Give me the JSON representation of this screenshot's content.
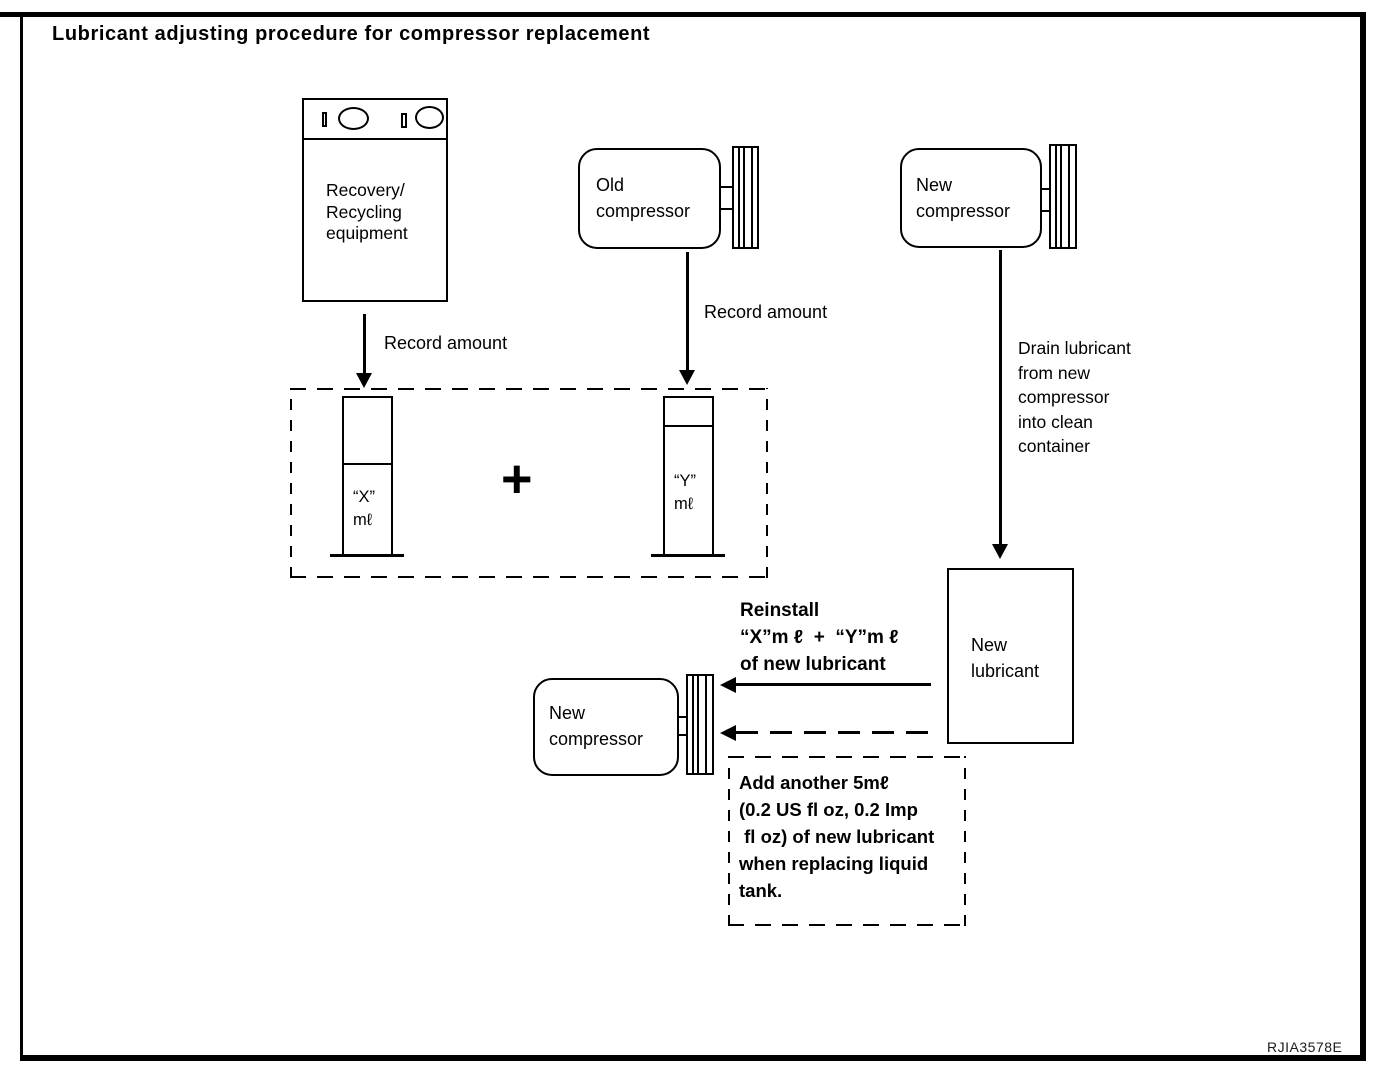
{
  "title": "Lubricant adjusting procedure for compressor replacement",
  "figure_code": "RJIA3578E",
  "colors": {
    "ink": "#000000",
    "background": "#ffffff"
  },
  "nodes": {
    "recovery": {
      "label": "Recovery/\nRecycling\nequipment"
    },
    "old_compressor": {
      "label": "Old\ncompressor"
    },
    "new_compressor_top": {
      "label": "New\ncompressor"
    },
    "new_compressor_bottom": {
      "label": "New\ncompressor"
    },
    "new_lubricant": {
      "label": "New\nlubricant"
    }
  },
  "cylinders": {
    "x": {
      "amount": "“X”\nmℓ"
    },
    "y": {
      "amount": "“Y”\nmℓ"
    }
  },
  "annotations": {
    "record_amount_left": "Record amount",
    "record_amount_right": "Record amount",
    "drain_lubricant": "Drain lubricant\nfrom new\ncompressor\ninto clean\ncontainer",
    "reinstall": "Reinstall\n“X”m ℓ  +  “Y”m ℓ\nof new lubricant",
    "add_note": "Add another 5mℓ\n(0.2 US fl oz, 0.2 Imp\n fl oz) of new lubricant\nwhen replacing liquid\ntank.",
    "plus_sign": "+"
  }
}
